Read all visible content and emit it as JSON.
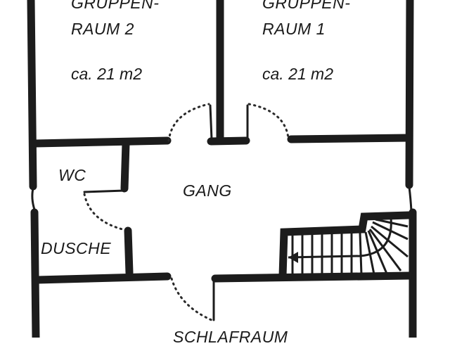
{
  "drawing": {
    "type": "floor plan",
    "rooms": [
      {
        "id": "gruppenraum-2",
        "name_line1": "GRUPPEN-",
        "name_line2": "RAUM  2",
        "area": "ca. 21 m2"
      },
      {
        "id": "gruppenraum-1",
        "name_line1": "GRUPPEN-",
        "name_line2": "RAUM  1",
        "area": "ca. 21 m2"
      },
      {
        "id": "wc",
        "name": "WC"
      },
      {
        "id": "gang",
        "name": "GANG"
      },
      {
        "id": "dusche",
        "name": "DUSCHE"
      },
      {
        "id": "schlafraum",
        "name": "SCHLAFRAUM"
      }
    ],
    "colors": {
      "ink": "#1c1c1c",
      "paper": "#ffffff"
    }
  }
}
